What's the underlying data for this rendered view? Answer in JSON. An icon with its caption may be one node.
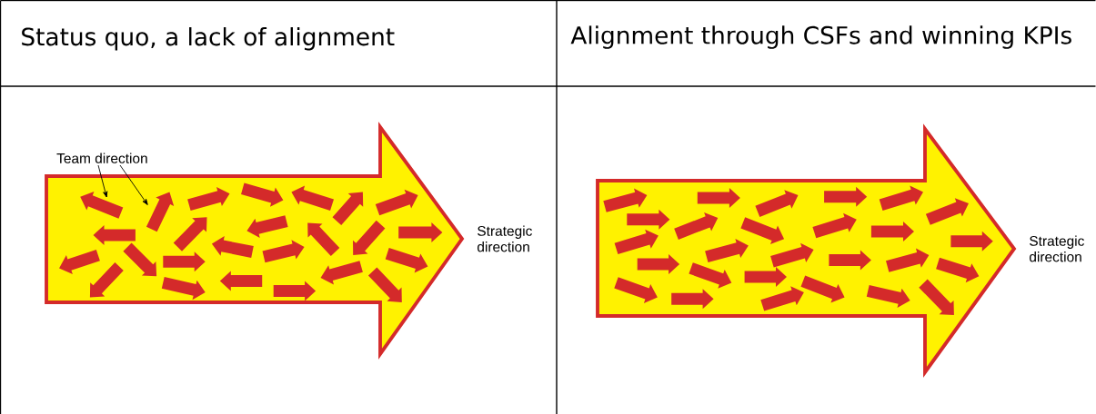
{
  "diagram": {
    "nodes": [
      {
        "text": [],
        "shape": "arrow",
        "beside": [
          "Strategic direction"
        ]
      },
      {
        "text": [
          "Team direction"
        ]
      },
      {
        "text": [],
        "shape": "arrow",
        "beside": [
          "Strategic direction"
        ]
      }
    ],
    "edges": [
      {
        "from": 1,
        "to": 0,
        "arrow": "to"
      },
      {
        "from": 1,
        "to": 0,
        "arrow": "to"
      }
    ],
    "labels": [
      "Status quo, a lack of alignment",
      "Alignment through CSFs and winning KPIs"
    ]
  }
}
